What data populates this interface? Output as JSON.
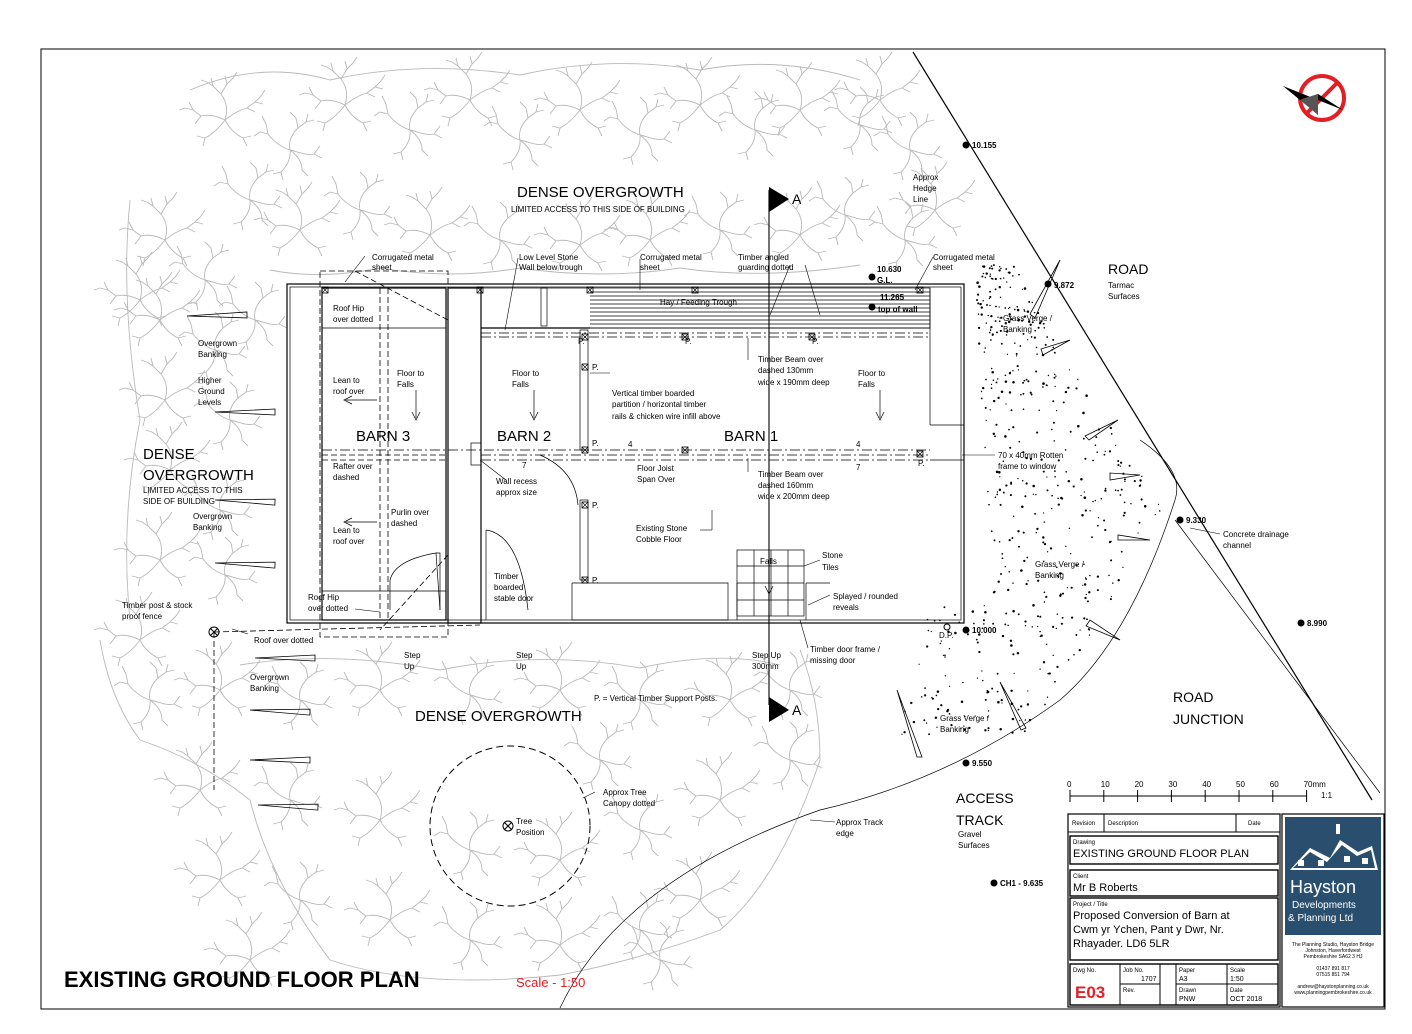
{
  "drawing": {
    "main_title": "EXISTING GROUND FLOOR PLAN",
    "scale_note": "Scale - 1:50",
    "accent_red": "#e31e24"
  },
  "areas": {
    "dense_top": "DENSE OVERGROWTH",
    "dense_top_sub": "LIMITED ACCESS TO THIS SIDE OF BUILDING",
    "dense_left_1": "DENSE",
    "dense_left_2": "OVERGROWTH",
    "dense_left_sub_1": "LIMITED ACCESS TO THIS",
    "dense_left_sub_2": "SIDE OF BUILDING",
    "dense_bottom": "DENSE OVERGROWTH",
    "road": "ROAD",
    "road_sub": "Tarmac Surfaces",
    "road_junction_1": "ROAD",
    "road_junction_2": "JUNCTION",
    "access_1": "ACCESS",
    "access_2": "TRACK",
    "access_sub_1": "Gravel",
    "access_sub_2": "Surfaces"
  },
  "rooms": [
    "BARN 3",
    "BARN 2",
    "BARN 1"
  ],
  "section_marker": "A",
  "levels": {
    "l10155": "10.155",
    "l9872": "9.872",
    "l10630": "10.630",
    "gl": "G.L.",
    "l11265": "11.265",
    "top_of_wall": "top of wall",
    "l9330": "9.330",
    "l8990": "8.990",
    "l10000": "10.000",
    "dp": "D.P.",
    "l9550": "9.550",
    "ch1": "CH1 - 9.635"
  },
  "notes": {
    "hedge_1": "Approx",
    "hedge_2": "Hedge",
    "hedge_3": "Line",
    "corr_left_1": "Corrugated metal",
    "corr_left_2": "sheet",
    "low_wall_1": "Low Level Stone",
    "low_wall_2": "Wall below trough",
    "corr_mid_1": "Corrugated metal",
    "corr_mid_2": "sheet",
    "timber_angled_1": "Timber angled",
    "timber_angled_2": "guarding dotted",
    "corr_right_1": "Corrugated metal",
    "corr_right_2": "sheet",
    "hay": "Hay / Feeding Trough",
    "roof_hip_top_1": "Roof Hip",
    "roof_hip_top_2": "over dotted",
    "overgrown_1": "Overgrown",
    "overgrown_2": "Banking",
    "higher_1": "Higher",
    "higher_2": "Ground",
    "higher_3": "Levels",
    "lean_1a": "Lean to",
    "lean_1b": "roof over",
    "floor_falls_3a": "Floor to",
    "floor_falls_3b": "Falls",
    "floor_falls_2a": "Floor to",
    "floor_falls_2b": "Falls",
    "floor_falls_1a": "Floor to",
    "floor_falls_1b": "Falls",
    "beam1_1": "Timber Beam over",
    "beam1_2": "dashed 130mm",
    "beam1_3": "wide x 190mm deep",
    "partition_1": "Vertical timber boarded",
    "partition_2": "partition / horizontal timber",
    "partition_3": "rails & chicken wire infill above",
    "rotten_1": "70 x 40mm Rotten",
    "rotten_2": "frame to window",
    "rafter_1": "Rafter over",
    "rafter_2": "dashed",
    "wall_recess_1": "Wall recess",
    "wall_recess_2": "approx size",
    "joist_1": "Floor Joist",
    "joist_2": "Span Over",
    "beam2_1": "Timber Beam over",
    "beam2_2": "dashed 160mm",
    "beam2_3": "wide x 200mm deep",
    "overgrown_b_1": "Overgrown",
    "overgrown_b_2": "Banking",
    "purlin_1": "Purlin over",
    "purlin_2": "dashed",
    "lean_2a": "Lean to",
    "lean_2b": "roof over",
    "stone_cobble_1": "Existing Stone",
    "stone_cobble_2": "Cobble Floor",
    "concrete_1": "Concrete drainage",
    "concrete_2": "channel",
    "stable_1": "Timber",
    "stable_2": "boarded",
    "stable_3": "stable door",
    "falls": "Falls",
    "stone_tiles_1": "Stone",
    "stone_tiles_2": "Tiles",
    "grass_verge_1a": "Grass Verge /",
    "grass_verge_1b": "Banking",
    "grass_verge_2a": "Grass Verge /",
    "grass_verge_2b": "Banking",
    "grass_verge_3a": "Grass Verge /",
    "grass_verge_3b": "Banking",
    "timber_post_1": "Timber post & stock",
    "timber_post_2": "proof fence",
    "roof_hip_bot_1": "Roof Hip",
    "roof_hip_bot_2": "over dotted",
    "splayed_1": "Splayed / rounded",
    "splayed_2": "reveals",
    "roof_over_dotted": "Roof over dotted",
    "timber_door_1": "Timber door frame /",
    "timber_door_2": "missing door",
    "step_1a": "Step",
    "step_1b": "Up",
    "step_2a": "Step",
    "step_2b": "Up",
    "step_3a": "Step Up",
    "step_3b": "300mm",
    "overgrown_c_1": "Overgrown",
    "overgrown_c_2": "Banking",
    "posts_key": "P. = Vertical Timber Support Posts.",
    "tree_canopy_1": "Approx Tree",
    "tree_canopy_2": "Canopy dotted",
    "tree_pos_1": "Tree",
    "tree_pos_2": "Position",
    "track_edge_1": "Approx Track",
    "track_edge_2": "edge",
    "post_p": "P.",
    "num_4": "4",
    "num_7": "7"
  },
  "scale_bar": {
    "ticks": [
      "0",
      "10",
      "20",
      "30",
      "40",
      "50",
      "60",
      "70mm"
    ],
    "ratio": "1:1"
  },
  "title_block": {
    "revision_label": "Revision",
    "description_label": "Description",
    "date_label": "Date",
    "drawing_label": "Drawing",
    "drawing_value": "EXISTING GROUND FLOOR PLAN",
    "client_label": "Client",
    "client_value": "Mr B Roberts",
    "project_label": "Project / Title",
    "project_line_1": "Proposed Conversion of Barn at",
    "project_line_2": "Cwm yr Ychen, Pant y Dwr, Nr.",
    "project_line_3": "Rhayader. LD6 5LR",
    "dwg_no_label": "Dwg No.",
    "dwg_no_value": "E03",
    "job_no_label": "Job No.",
    "job_no_value": "1707",
    "rev_label": "Rev.",
    "paper_label": "Paper",
    "paper_value": "A3",
    "scale_label": "Scale",
    "scale_value": "1:50",
    "drawn_label": "Drawn",
    "drawn_value": "PNW",
    "date_label_2": "Date",
    "date_value": "OCT 2018"
  },
  "company": {
    "name_1": "Hayston",
    "name_2": "Developments",
    "name_3": "& Planning Ltd",
    "brand_color": "#2a4f6e",
    "address_1": "The Planning Studio, Hayston Bridge",
    "address_2": "Johnston, Haverfordwest",
    "address_3": "Pembrokeshire SA62 3 HJ",
    "phone_1": "01437 891 817",
    "phone_2": "07515 851 794",
    "email": "andrew@haystonplanning.co.uk",
    "web": "www.planningpembrokeshire.co.uk"
  },
  "north_icon": "north-arrow-icon"
}
